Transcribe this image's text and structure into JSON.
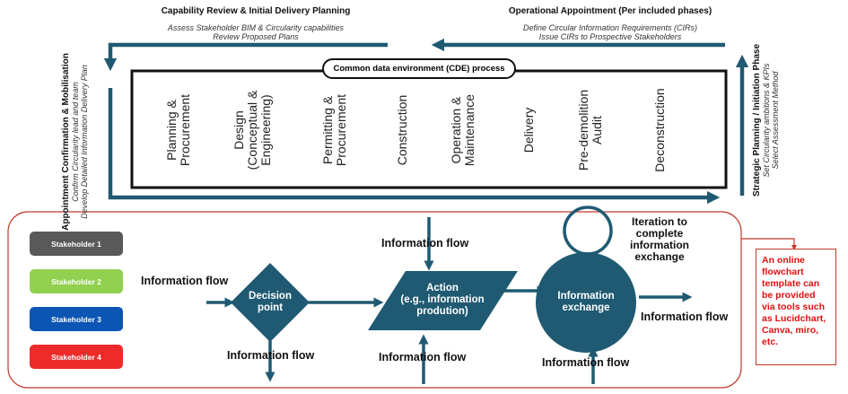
{
  "phases": {
    "top_left": {
      "title": "Capability Review & Initial Delivery Planning",
      "lines": [
        "Assess Stakeholder BIM & Circularity capabilities",
        "Review Proposed Plans"
      ]
    },
    "top_right": {
      "title": "Operational Appointment (Per included phases)",
      "lines": [
        "Define Circular Information Requirements (CIRs)",
        "Issue CIRs to Prospective Stakeholders"
      ]
    },
    "left": {
      "title": "Appointment Confirmation & Mobilisation",
      "lines": [
        "Confirm Circularity lead and team",
        "Develop Detailed Information Delivery Plan"
      ]
    },
    "right": {
      "title": "Strategic Planning / Initiation Phase",
      "lines": [
        "Set Circularity  ambitions & KPIs",
        "Select Assessment Method"
      ]
    }
  },
  "cde": {
    "label": "Common data environment (CDE) process",
    "stages": [
      [
        "Planning &",
        "Procurement"
      ],
      [
        "Design",
        "(Conceptual &",
        "Engineering)"
      ],
      [
        "Permitting &",
        "Procurement"
      ],
      [
        "Construction"
      ],
      [
        "Operation &",
        "Maintenance"
      ],
      [
        "Delivery"
      ],
      [
        "Pre-demolition",
        "Audit"
      ],
      [
        "Deconstruction"
      ]
    ]
  },
  "stakeholders": [
    {
      "label": "Stakeholder 1",
      "color": "#595959"
    },
    {
      "label": "Stakeholder 2",
      "color": "#92d050"
    },
    {
      "label": "Stakeholder 3",
      "color": "#0b55b4"
    },
    {
      "label": "Stakeholder 4",
      "color": "#ee2a2a"
    }
  ],
  "flow": {
    "info_flow": "Information flow",
    "decision": [
      "Decision",
      "point"
    ],
    "action": [
      "Action",
      "(e.g., information",
      "prodution)"
    ],
    "exchange": [
      "Information",
      "exchange"
    ],
    "iteration": [
      "Iteration to",
      "complete",
      "information",
      "exchange"
    ]
  },
  "note": {
    "text": "An online flowchart template can be provided via tools such as Lucidchart, Canva, miro, etc."
  },
  "colors": {
    "teal": "#1f5a72",
    "note_red": "#e01010",
    "border_red": "#c0392b"
  }
}
